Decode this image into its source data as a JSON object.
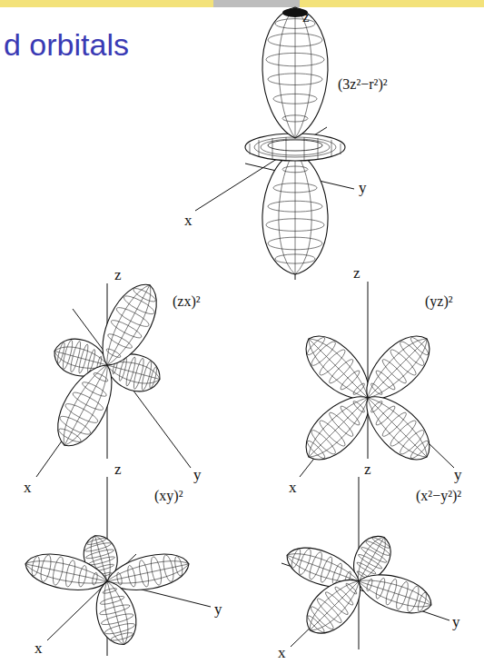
{
  "diagram": {
    "title": "d orbitals",
    "labels": [
      "z",
      "(3z²−r²)²",
      "x",
      "y",
      "z",
      "(zx)²",
      "x",
      "y",
      "z",
      "(yz)²",
      "x",
      "y",
      "z",
      "(xy)²",
      "x",
      "y",
      "z",
      "(x²−y²)²",
      "x",
      "y"
    ]
  }
}
